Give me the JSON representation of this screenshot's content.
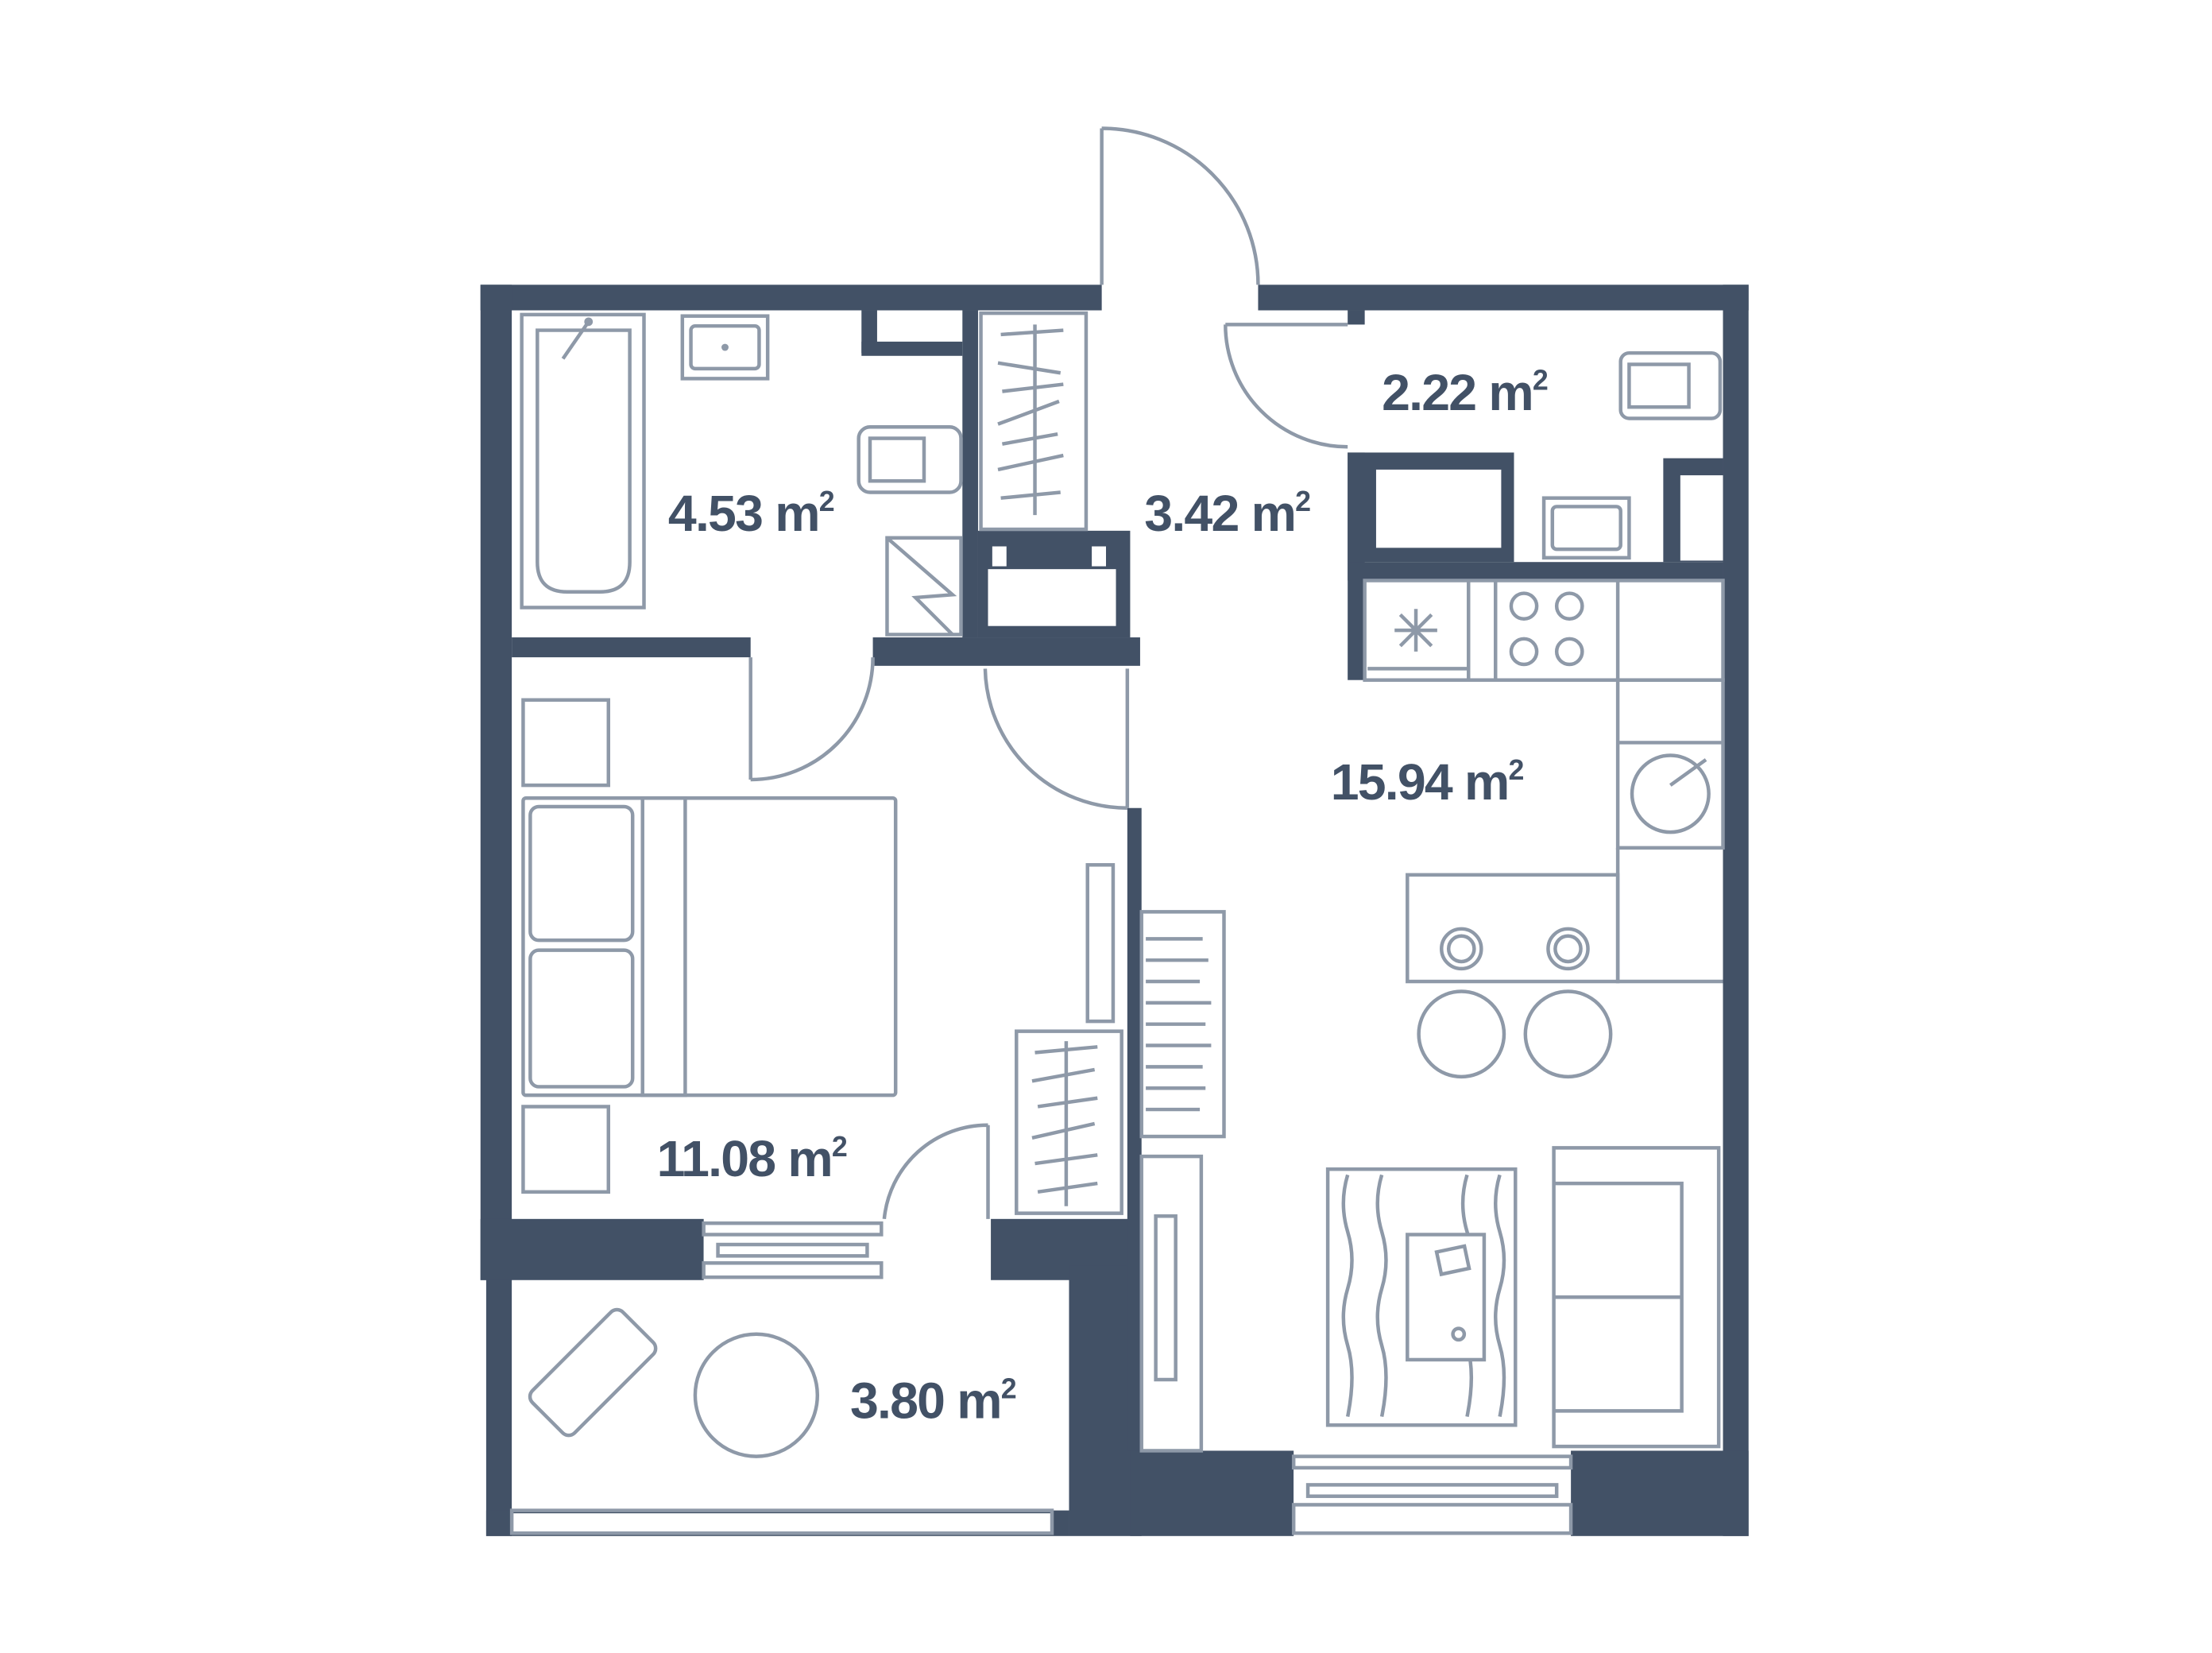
{
  "plan": {
    "colors": {
      "wall": "#425166",
      "furniture": "#8e99a8",
      "background": "#ffffff"
    },
    "rooms": [
      {
        "name": "bathroom",
        "area": "4.53",
        "unit": "m",
        "exp": "2"
      },
      {
        "name": "hallway",
        "area": "3.42",
        "unit": "m",
        "exp": "2"
      },
      {
        "name": "toilet",
        "area": "2.22",
        "unit": "m",
        "exp": "2"
      },
      {
        "name": "kitchen-living",
        "area": "15.94",
        "unit": "m",
        "exp": "2"
      },
      {
        "name": "bedroom",
        "area": "11.08",
        "unit": "m",
        "exp": "2"
      },
      {
        "name": "balcony",
        "area": "3.80",
        "unit": "m",
        "exp": "2"
      }
    ]
  }
}
